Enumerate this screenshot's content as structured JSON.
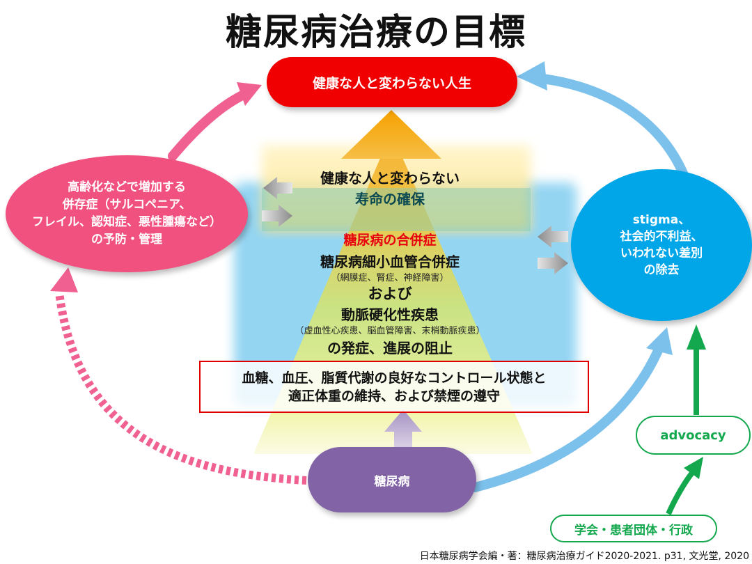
{
  "title": "糖尿病治療の目標",
  "goal": "健康な人と変わらない人生",
  "comorbidity": {
    "lines": [
      "高齢化などで増加する",
      "併存症（サルコペニア、",
      "フレイル、認知症、悪性腫瘍など）",
      "の予防・管理"
    ]
  },
  "stigma": {
    "lines": [
      "stigma、",
      "社会的不利益、",
      "いわれない差別",
      "の除去"
    ]
  },
  "lifespan": {
    "line1": "健康な人と変わらない",
    "line2": "寿命の確保"
  },
  "complications": {
    "heading": "糖尿病の合併症",
    "micro": "糖尿病細小血管合併症",
    "micro_detail": "（網膜症、腎症、神経障害）",
    "and": "および",
    "macro": "動脈硬化性疾患",
    "macro_detail": "（虚血性心疾患、脳血管障害、末梢動脈疾患）",
    "prevention": "の発症、進展の阻止"
  },
  "control": {
    "line1": "血糖、血圧、脂質代謝の良好なコントロール状態と",
    "line2": "適正体重の維持、および禁煙の遵守"
  },
  "diabetes": "糖尿病",
  "advocacy": "advocacy",
  "associations": "学会・患者団体・行政",
  "citation": "日本糖尿病学会編・著：糖尿病治療ガイド2020-2021. p31, 文光堂, 2020",
  "colors": {
    "goal_red": "#f00000",
    "comorbidity_pink": "#f1517f",
    "stigma_blue": "#00a6e8",
    "diabetes_purple": "#8264a6",
    "advocacy_green": "#13a84d",
    "arrow_light_blue": "#7cc1ec",
    "arrow_pink": "#f06090",
    "control_border_red": "#e00000",
    "complication_red": "#e8000e"
  }
}
